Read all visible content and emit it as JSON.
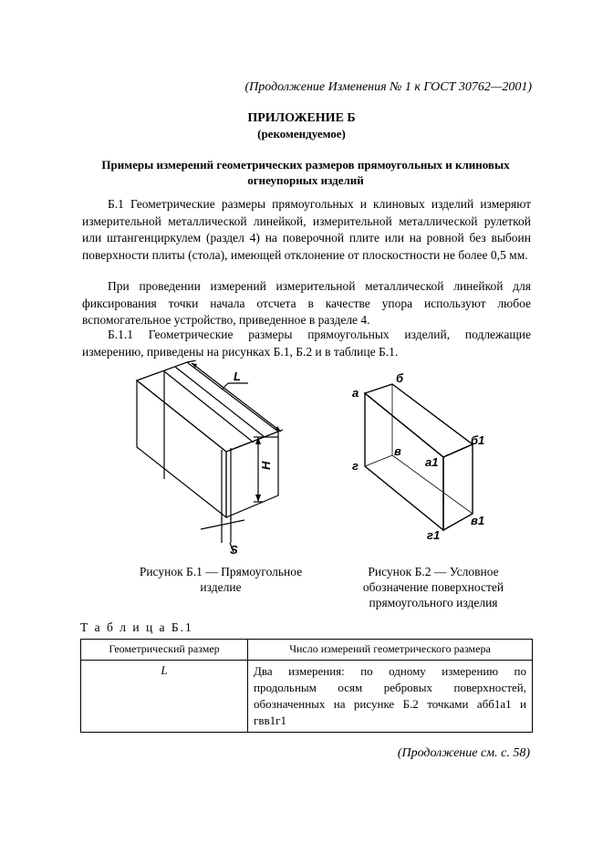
{
  "header": "(Продолжение Изменения № 1 к ГОСТ 30762—2001)",
  "appendix": {
    "title": "ПРИЛОЖЕНИЕ Б",
    "subtitle": "(рекомендуемое)"
  },
  "section_title": "Примеры измерений геометрических размеров прямоугольных и клиновых огнеупорных изделий",
  "paragraphs": [
    "Б.1 Геометрические размеры прямоугольных и клиновых изделий измеряют измерительной металлической линейкой, измерительной металлической рулеткой или штангенциркулем (раздел 4) на поверочной плите или на ровной без выбоин поверхности плиты (стола), имеющей отклонение от плоскостности не более 0,5 мм.",
    "При проведении измерений измерительной металлической линейкой для фиксирования точки начала отсчета в качестве упора используют любое вспомогательное устройство, приведенное в разделе 4.",
    "Б.1.1 Геометрические размеры прямоугольных изделий, подлежащие измерению, приведены на рисунках Б.1, Б.2 и в таблице Б.1."
  ],
  "figure1": {
    "caption": "Рисунок Б.1 — Прямоугольное изделие",
    "labels": {
      "L": "L",
      "H": "H",
      "S": "S"
    }
  },
  "figure2": {
    "caption": "Рисунок Б.2 — Условное обозначение поверхностей прямоугольного изделия",
    "labels": {
      "a": "а",
      "b": "б",
      "v": "в",
      "g": "г",
      "a1": "а1",
      "b1": "б1",
      "v1": "в1",
      "g1": "г1"
    }
  },
  "table": {
    "caption": "Т а б л и ц а Б.1",
    "headers": [
      "Геометрический размер",
      "Число измерений геометрического размера"
    ],
    "rows": [
      [
        "L",
        "Два измерения: по одному измерению по продольным осям ребровых поверхностей, обозначенных на рисунке Б.2 точками абб1а1 и гвв1г1"
      ]
    ]
  },
  "footer": "(Продолжение см. с. 58)"
}
